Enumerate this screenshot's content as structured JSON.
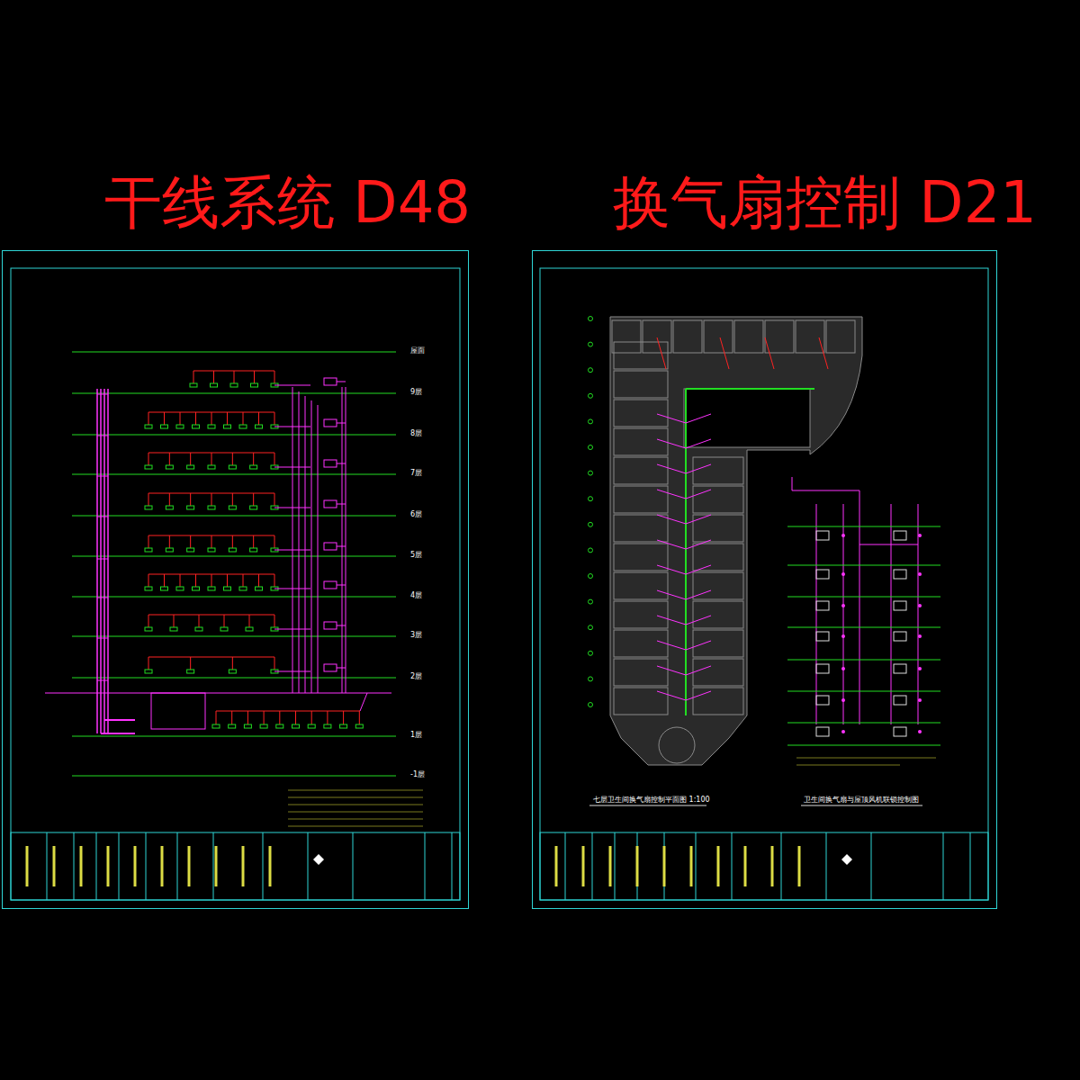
{
  "diagram": {
    "nodes": [
      {
        "text": [
          "干线系统 D48"
        ]
      },
      {
        "text": [
          "换气扇控制 D21",
          "七层卫生间换气扇控制平面图 1:100",
          "卫生间换气扇与屋顶风机联锁控制图"
        ]
      }
    ],
    "labels": [
      "屋面",
      "9层",
      "8层",
      "7层",
      "6层",
      "5层",
      "4层",
      "3层",
      "2层",
      "1层",
      "-1层"
    ]
  }
}
